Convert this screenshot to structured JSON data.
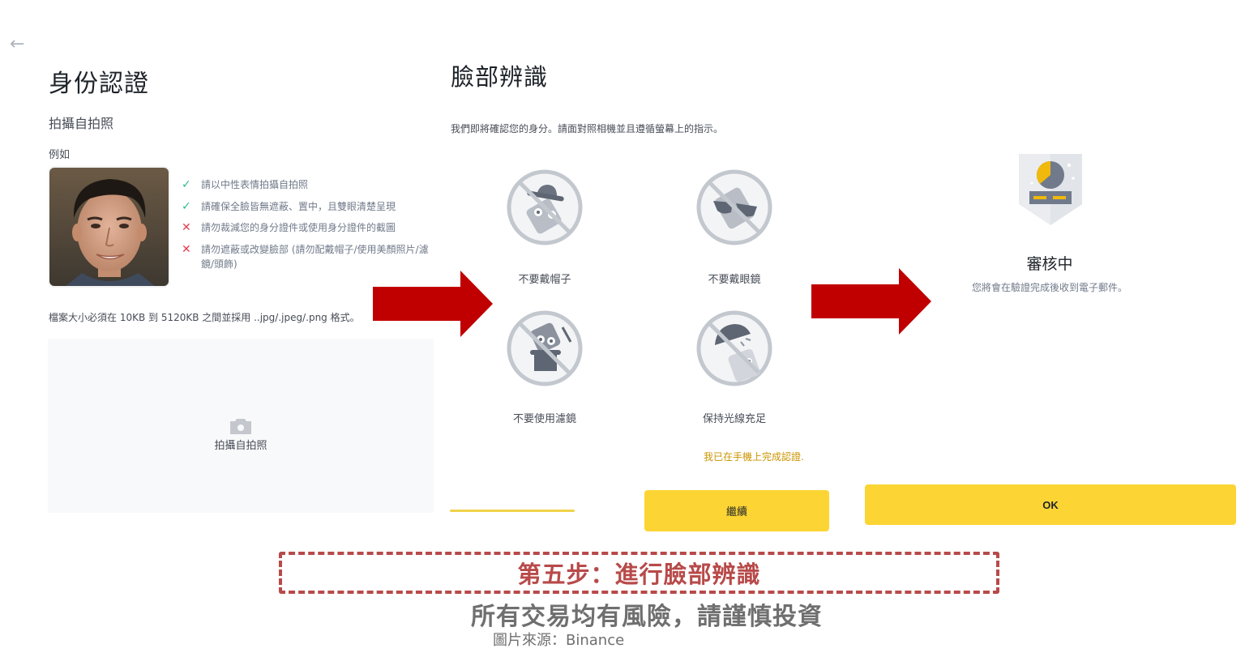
{
  "colors": {
    "accent_yellow": "#fcd535",
    "link_gold": "#c99400",
    "check_green": "#2ebd85",
    "cross_red": "#e23c4f",
    "arrow_red": "#c00000",
    "annotation_red": "#b84a4a",
    "upload_bg": "#f8f9fa"
  },
  "identity_panel": {
    "back_icon": "arrow-left-icon",
    "title": "身份認證",
    "subtitle": "拍攝自拍照",
    "example_label": "例如",
    "example_photo": "sample-selfie-face",
    "rules": [
      {
        "type": "do",
        "icon": "check-icon",
        "text": "請以中性表情拍攝自拍照"
      },
      {
        "type": "do",
        "icon": "check-icon",
        "text": "請確保全臉皆無遮蔽、置中，且雙眼清楚呈現"
      },
      {
        "type": "dont",
        "icon": "cross-icon",
        "text": "請勿裁減您的身分證件或使用身分證件的截圖"
      },
      {
        "type": "dont",
        "icon": "cross-icon",
        "text": "請勿遮蔽或改變臉部 (請勿配戴帽子/使用美顏照片/濾鏡/頭飾)"
      }
    ],
    "file_note": "檔案大小必須在 10KB 到 5120KB 之間並採用 ..jpg/.jpeg/.png 格式。",
    "upload": {
      "icon": "camera-icon",
      "label": "拍攝自拍照"
    }
  },
  "face_panel": {
    "title": "臉部辨識",
    "description": "我們即將確認您的身分。請面對照相機並且遵循螢幕上的指示。",
    "tips": [
      {
        "icon": "no-hat-icon",
        "label": "不要戴帽子"
      },
      {
        "icon": "no-glasses-icon",
        "label": "不要戴眼鏡"
      },
      {
        "icon": "no-filter-icon",
        "label": "不要使用濾鏡"
      },
      {
        "icon": "good-lighting-icon",
        "label": "保持光線充足"
      }
    ],
    "phone_done_link": "我已在手機上完成認證.",
    "continue_button": "繼續"
  },
  "review_panel": {
    "status_icon": "pending-review-icon",
    "title": "審核中",
    "description": "您將會在驗證完成後收到電子郵件。",
    "ok_button": "OK"
  },
  "annotation": {
    "step_label": "第五步：進行臉部辨識",
    "risk_warning": "所有交易均有風險，請謹慎投資",
    "source": "圖片來源：Binance"
  }
}
